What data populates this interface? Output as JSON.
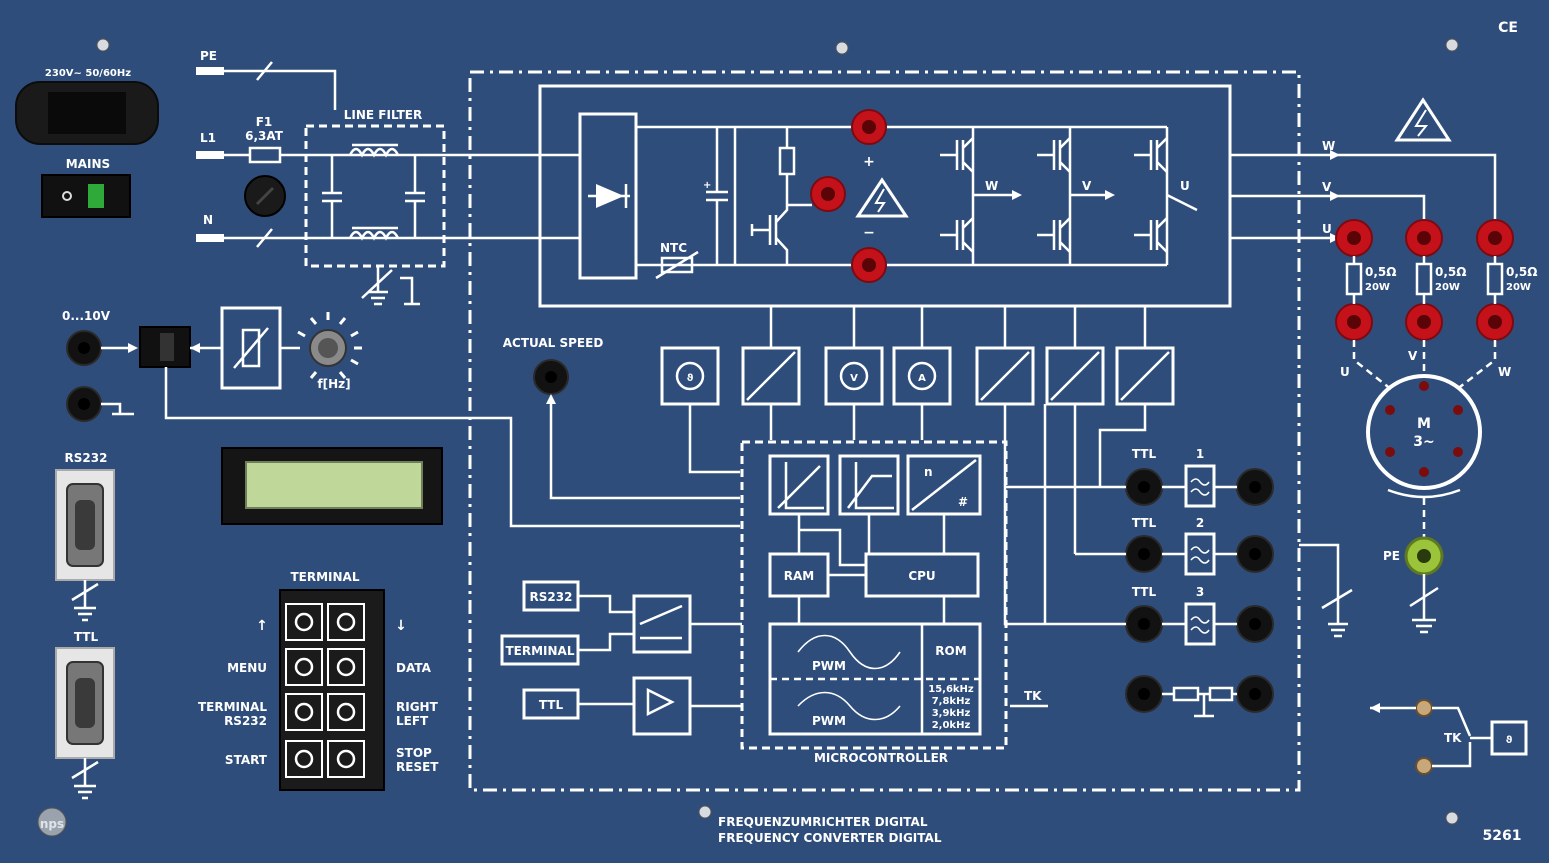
{
  "labels": {
    "mains_rating": "230V~ 50/60Hz",
    "mains": "MAINS",
    "pe": "PE",
    "l1": "L1",
    "n": "N",
    "fuse_name": "F1",
    "fuse_rating": "6,3AT",
    "line_filter": "LINE FILTER",
    "analog_in": "0...10V",
    "freq_knob": "f[Hz]",
    "actual_speed": "ACTUAL SPEED",
    "ntc": "NTC",
    "rs232_port": "RS232",
    "ttl_port": "TTL",
    "terminal_keypad": "TERMINAL",
    "ram": "RAM",
    "cpu": "CPU",
    "rom": "ROM",
    "pwm_1": "PWM",
    "pwm_2": "PWM",
    "pwm_freqs": [
      "15,6kHz",
      "7,8kHz",
      "3,9kHz",
      "2,0kHz"
    ],
    "microcontroller": "MICROCONTROLLER",
    "if_rs232": "RS232",
    "if_terminal": "TERMINAL",
    "if_ttl": "TTL",
    "tk_in": "TK",
    "tk_right": "TK",
    "phase_w": "W",
    "phase_v": "V",
    "phase_u": "U",
    "out_w": "W",
    "out_v": "V",
    "out_u": "U",
    "motor_u": "U",
    "motor_v": "V",
    "motor_w": "W",
    "shunt_value": "0,5Ω",
    "shunt_power": "20W",
    "motor_m": "M",
    "motor_phase": "3~",
    "pe_socket": "PE",
    "ttl_out_1": "TTL",
    "ttl_out_2": "TTL",
    "ttl_out_3": "TTL",
    "filter_1": "1",
    "filter_2": "2",
    "filter_3": "3",
    "plus": "+",
    "minus": "−",
    "v_meter": "V",
    "a_meter": "A",
    "ce_mark": "CE",
    "title_de": "FREQUENZUMRICHTER DIGITAL",
    "title_en": "FREQUENCY CONVERTER DIGITAL",
    "model_number": "5261",
    "logo": "nps",
    "cpu_n": "n",
    "cpu_hash": "#"
  },
  "keypad": {
    "up_arrow": "↑",
    "down_arrow": "↓",
    "left_labels": [
      "MENU",
      "TERMINAL",
      "RS232",
      "START"
    ],
    "right_labels": [
      "DATA",
      "RIGHT",
      "LEFT",
      "STOP",
      "RESET"
    ]
  },
  "colors": {
    "panel": "#2e4d7b",
    "line": "#ffffff",
    "socket_red": "#c5121a",
    "socket_black": "#121212",
    "pe_socket": "#9bc43a",
    "lcd": "#bfd89a"
  }
}
